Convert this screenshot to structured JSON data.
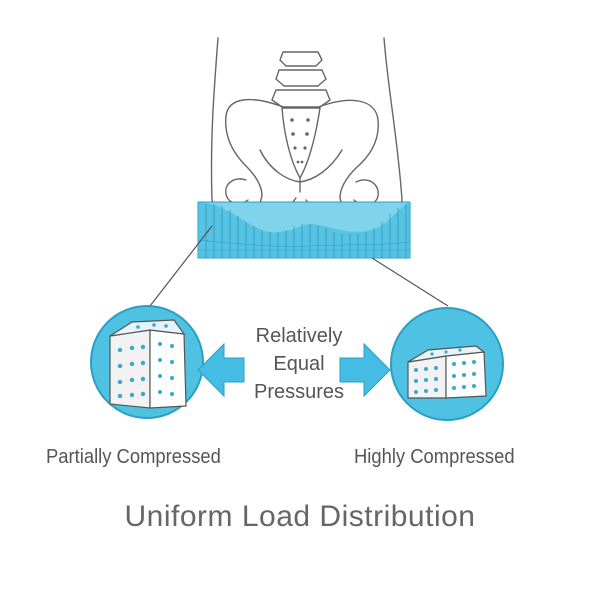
{
  "labels": {
    "center_lines": [
      "Relatively",
      "Equal",
      "Pressures"
    ],
    "left_caption": "Partially Compressed",
    "right_caption": "Highly Compressed",
    "title": "Uniform Load Distribution"
  },
  "colors": {
    "accent_light": "#7fd3ea",
    "accent": "#35b6dc",
    "accent_dark": "#1e8fb5",
    "line": "#555555",
    "text": "#555555"
  },
  "icons": [
    "pelvis-skeleton-icon",
    "cushion-icon",
    "cell-partially-compressed-icon",
    "cell-highly-compressed-icon",
    "arrow-left-icon",
    "arrow-right-icon"
  ]
}
